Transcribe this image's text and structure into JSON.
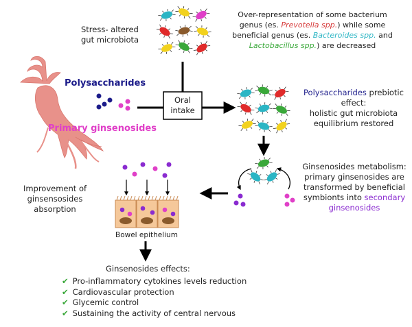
{
  "stress": {
    "label_line1": "Stress- altered",
    "label_line2": "gut microbiota"
  },
  "overrep": {
    "line1": "Over-representation of some bacterium",
    "line2_pre": "genus (es. ",
    "line2_genus": "Prevotella spp.",
    "line2_post": ") while some",
    "line3_pre": "beneficial genus (es. ",
    "line3_genus": "Bacteroides spp.",
    "line3_post": " and",
    "line4_genus": "Lactobacillus spp.",
    "line4_post": ") are decreased"
  },
  "polysaccharides_label": "Polysaccharides",
  "primary_ginsenosides_label": "Primary ginsenosides",
  "oral_intake": {
    "line1": "Oral",
    "line2": "intake"
  },
  "prebiotic": {
    "line1_highlight": "Polysaccharides",
    "line1_rest": " prebiotic",
    "line2": "effect:",
    "line3": "holistic gut microbiota",
    "line4": "equilibrium restored"
  },
  "metabolism": {
    "line1": "Ginsenosides metabolism:",
    "line2": "primary ginsenosides are",
    "line3": "transformed by beneficial",
    "line4_pre": "symbionts into ",
    "line4_highlight": "secondary",
    "line5_highlight": "ginsenosides"
  },
  "absorption": {
    "line1": "Improvement of",
    "line2": "ginsensosides",
    "line3": "absorption"
  },
  "bowel_label": "Bowel epithelium",
  "effects": {
    "title": "Ginsenosides effects:",
    "items": [
      "Pro-inflammatory cytokines levels reduction",
      "Cardiovascular protection",
      "Glycemic control",
      "Sustaining the activity of central nervous"
    ]
  },
  "colors": {
    "polysaccharides": "#1c1c8a",
    "primary_ginsenosides": "#e040c8",
    "secondary_ginsenosides": "#8a2bd0",
    "prevotella": "#d63a3a",
    "bacteroides": "#2bb5c4",
    "lactobacillus": "#3aa83a",
    "check": "#3aa83a",
    "ginseng_root": "#e8918a",
    "epithelium": "#f5c89a",
    "nucleus": "#8a5a2c"
  },
  "icons": {
    "bacteria": "bacterium-icon",
    "ginseng": "ginseng-root-icon",
    "check": "check-mark-icon"
  }
}
